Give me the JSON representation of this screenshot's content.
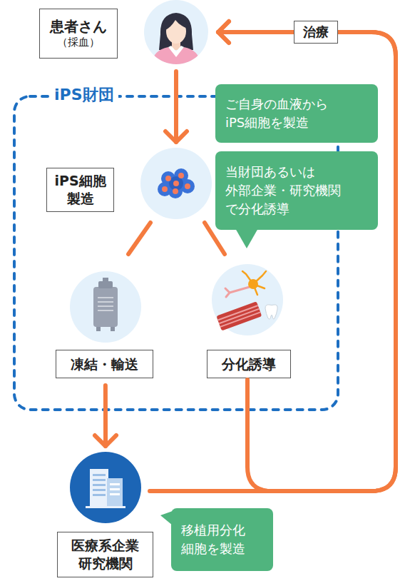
{
  "diagram": {
    "nodes": [
      {
        "text": [
          "患者さん",
          "（採血）"
        ]
      },
      {
        "text": [
          "ご自身の血液から iPS細胞を製造"
        ]
      },
      {
        "text": [
          "iPS財団"
        ]
      },
      {
        "text": [
          "iPS細胞 製造"
        ],
        "in": 2
      },
      {
        "text": [
          "当財団あるいは 外部企業・研究機関 で分化誘導"
        ]
      },
      {
        "text": [
          "凍結・輸送"
        ],
        "in": 2
      },
      {
        "text": [
          "分化誘導"
        ],
        "in": 2
      },
      {
        "text": [
          "医療系企業 研究機関"
        ]
      },
      {
        "text": [
          "移植用分化 細胞を製造"
        ]
      }
    ],
    "edges": [
      {
        "from": 0,
        "to": 3,
        "arrow": "to"
      },
      {
        "from": 3,
        "to": 5,
        "arrow": "none"
      },
      {
        "from": 3,
        "to": 6,
        "arrow": "none"
      },
      {
        "from": 5,
        "to": 7,
        "arrow": "to"
      },
      {
        "from": 6,
        "to": 0,
        "label": "治療",
        "arrow": "to"
      },
      {
        "from": 7,
        "to": 0,
        "arrow": "to"
      }
    ]
  }
}
